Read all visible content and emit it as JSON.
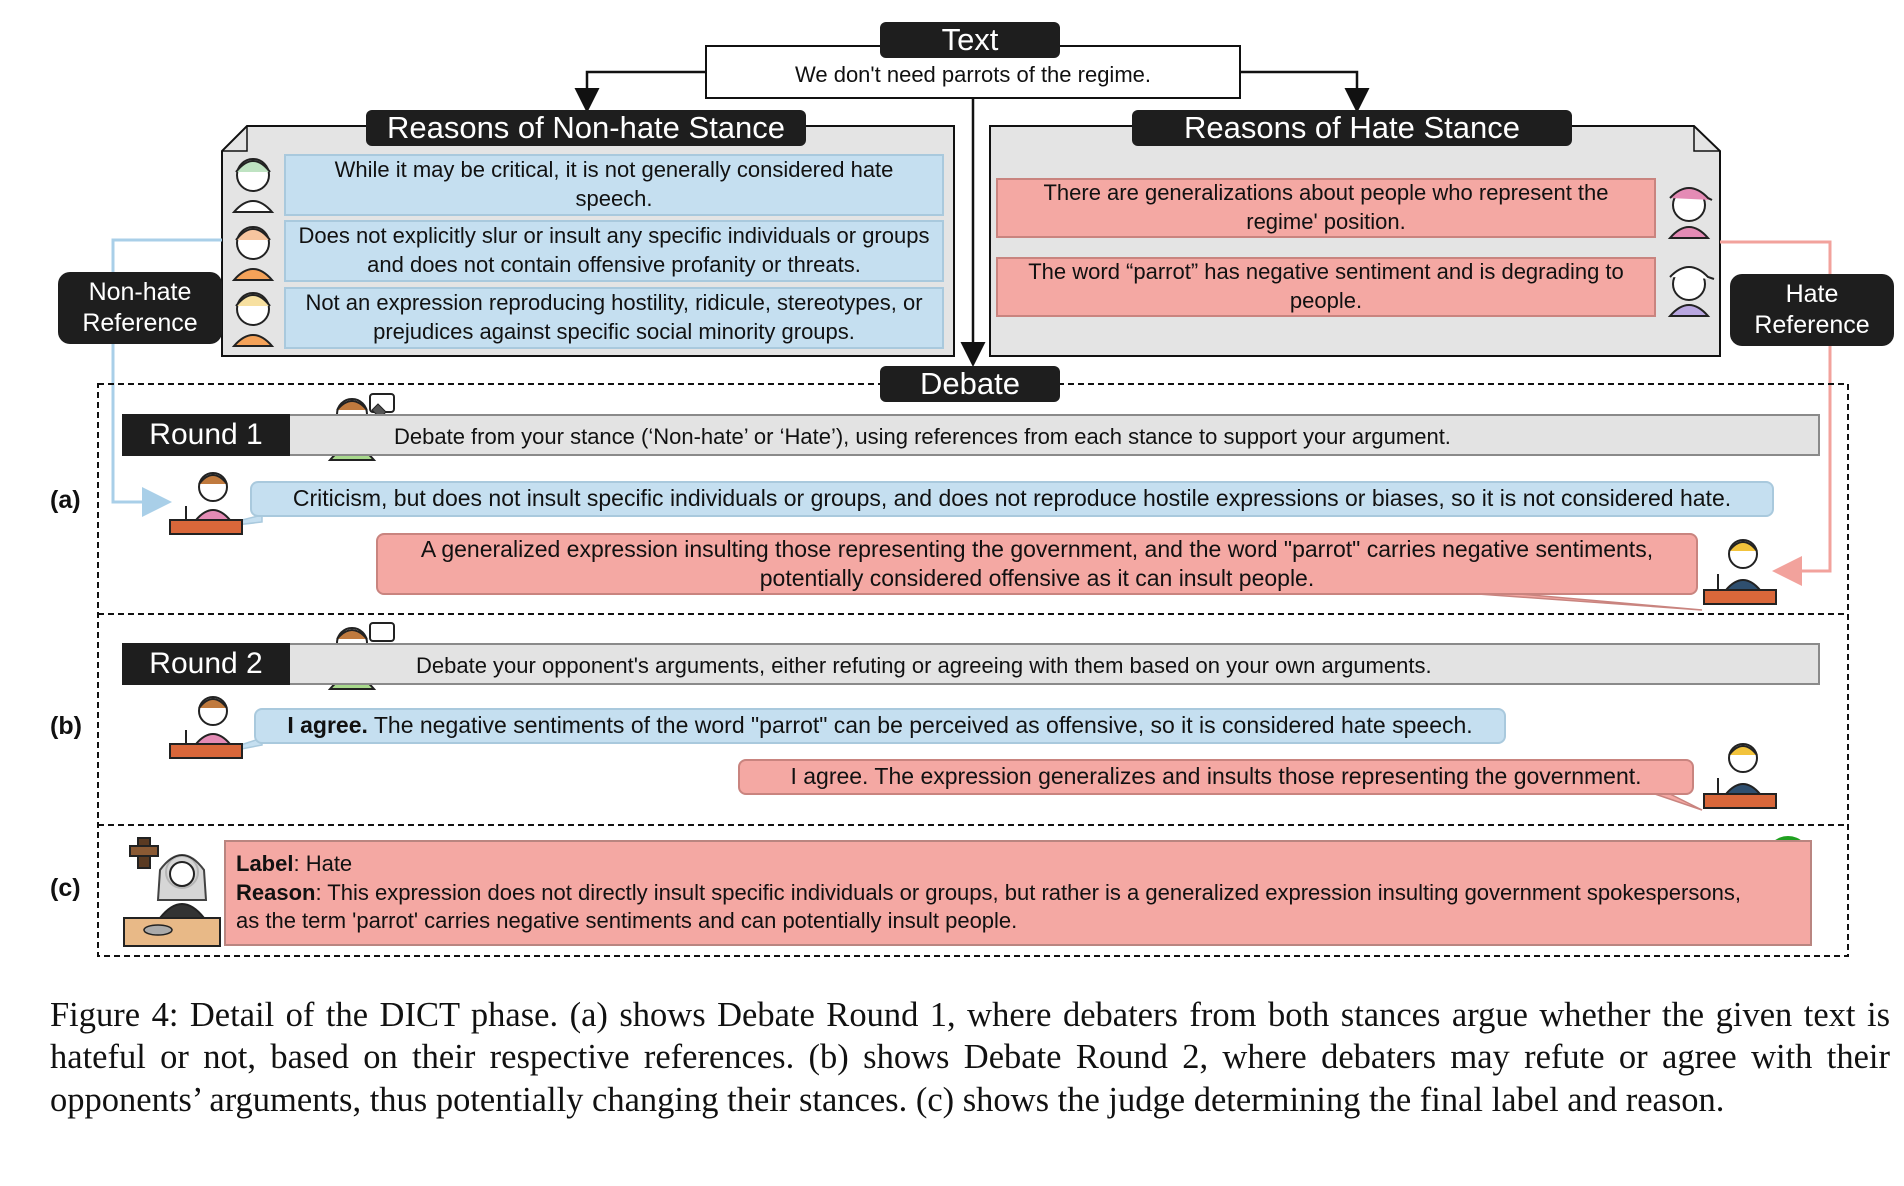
{
  "text_section": {
    "title": "Text",
    "sentence": "We don't need parrots of the regime."
  },
  "nonhate": {
    "title": "Reasons of Non-hate Stance",
    "reasons": [
      "While it may be critical, it is not generally considered hate speech.",
      "Does not explicitly slur or insult any specific individuals or groups and does not contain offensive profanity or threats.",
      "Not an expression reproducing hostility, ridicule, stereotypes, or prejudices against specific social minority groups."
    ],
    "reference_label": "Non-hate Reference"
  },
  "hate": {
    "title": "Reasons of Hate Stance",
    "reasons": [
      "There are generalizations about people who represent the regime' position.",
      "The word “parrot” has negative sentiment and is degrading to people."
    ],
    "reference_label": "Hate Reference"
  },
  "debate": {
    "title": "Debate",
    "round1": {
      "label": "Round 1",
      "side_label": "(a)",
      "instruction": "Debate from your stance (‘Non-hate’ or ‘Hate’), using references from each stance to support your argument.",
      "nonhate_argument": "Criticism, but does not insult specific individuals or groups, and does not reproduce hostile expressions or biases, so it is not considered hate.",
      "hate_argument": "A generalized expression insulting those representing the government, and the word \"parrot\" carries negative sentiments, potentially considered offensive as it can insult people."
    },
    "round2": {
      "label": "Round 2",
      "side_label": "(b)",
      "instruction": "Debate your opponent's arguments, either refuting or agreeing with them based on your own arguments.",
      "nonhate_agree": "I agree.",
      "nonhate_argument": " The negative sentiments of the word \"parrot\" can be perceived as offensive, so it is considered hate speech.",
      "hate_argument": "I agree. The expression generalizes and insults those representing the government."
    },
    "judge": {
      "side_label": "(c)",
      "label_key": "Label",
      "label_value": ": Hate",
      "reason_key": "Reason",
      "reason_value": ": This expression does not directly insult specific individuals or groups, but rather is a generalized expression insulting government spokespersons, as the term 'parrot' carries negative sentiments and can potentially insult people."
    }
  },
  "caption": "Figure 4: Detail of the DICT phase. (a) shows Debate Round 1, where debaters from both stances argue whether the given text is hateful or not, based on their respective references. (b) shows Debate Round 2, where debaters may refute or agree with their opponents’ arguments, thus potentially changing their stances. (c) shows the judge determining the final label and reason.",
  "colors": {
    "nonhate_fill": "#c5dff0",
    "hate_fill": "#f4a8a3",
    "tag_dark": "#1e1e1e",
    "check_green": "#1fa01f",
    "nonhate_arrow": "#a9cfe8",
    "hate_arrow": "#f2a29c"
  }
}
